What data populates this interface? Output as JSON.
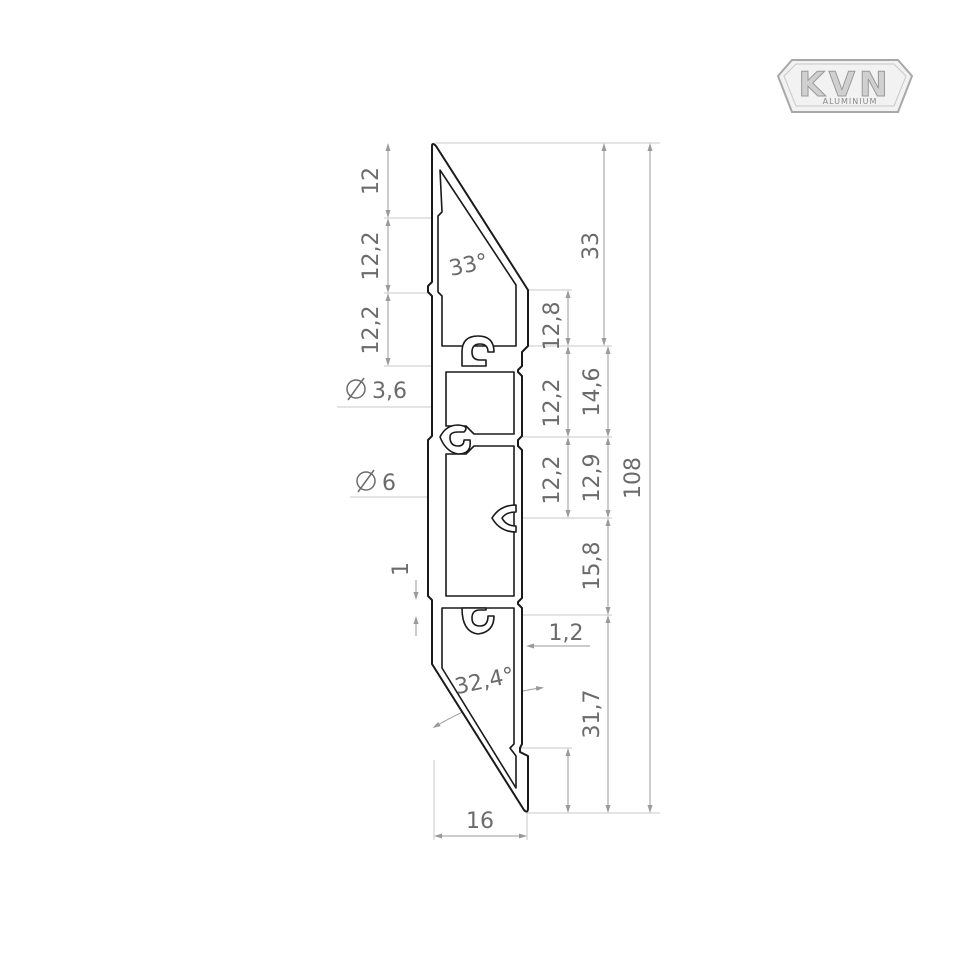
{
  "logo": {
    "brand": "KVN",
    "sub": "ALUMINIUM",
    "color": "#9a9a9a"
  },
  "dimensions": {
    "left_12": "12",
    "left_12_2_a": "12,2",
    "left_12_2_b": "12,2",
    "angle_top": "33°",
    "dia_small": "3,6",
    "dia_large": "6",
    "wall_1": "1",
    "r_12_8": "12,8",
    "r_12_2_a": "12,2",
    "r_12_2_b": "12,2",
    "r_14_6": "14,6",
    "r_12_9": "12,9",
    "r_15_8": "15,8",
    "r_1_2": "1,2",
    "angle_bottom": "32,4°",
    "r_31_7": "31,7",
    "r_33": "33",
    "total_108": "108",
    "width_16": "16"
  },
  "colors": {
    "line": "#1a1a1a",
    "dimension": "#9a9a9a",
    "text": "#6b6b6b"
  }
}
